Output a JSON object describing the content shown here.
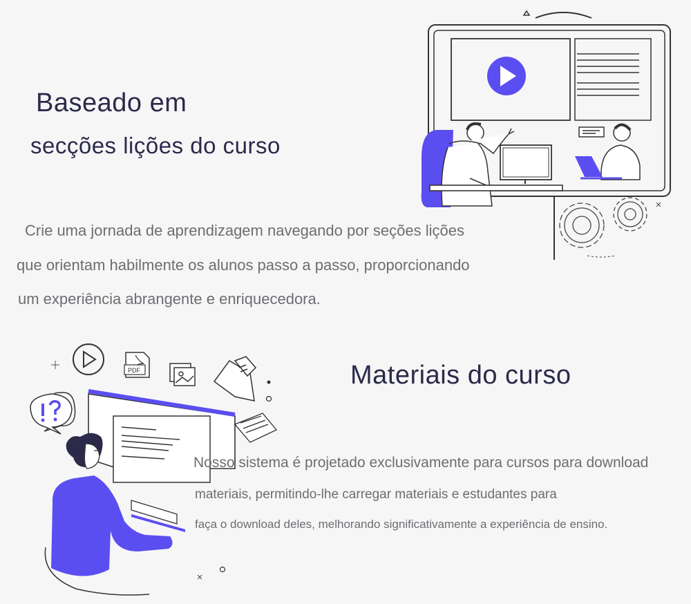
{
  "section1": {
    "title_line1": "Baseado em",
    "title_line2": "secções lições do curso",
    "paragraph_lines": [
      "Crie uma jornada de aprendizagem navegando por seções lições",
      "que orientam habilmente os alunos passo a passo, proporcionando",
      "um experiência abrangente e enriquecedora."
    ]
  },
  "section2": {
    "title": "Materiais do curso",
    "paragraph_lines": [
      "Nosso sistema é projetado exclusivamente para cursos para download",
      "materiais, permitindo-lhe carregar materiais e estudantes para",
      "faça o download deles, melhorando significativamente a experiência de ensino."
    ],
    "file_labels": {
      "pdf": "PDF"
    }
  },
  "colors": {
    "accent": "#5b4ef0",
    "title": "#2b2a4a",
    "text": "#6d6d72",
    "line": "#3a3a3a",
    "background": "#f6f6f7"
  }
}
